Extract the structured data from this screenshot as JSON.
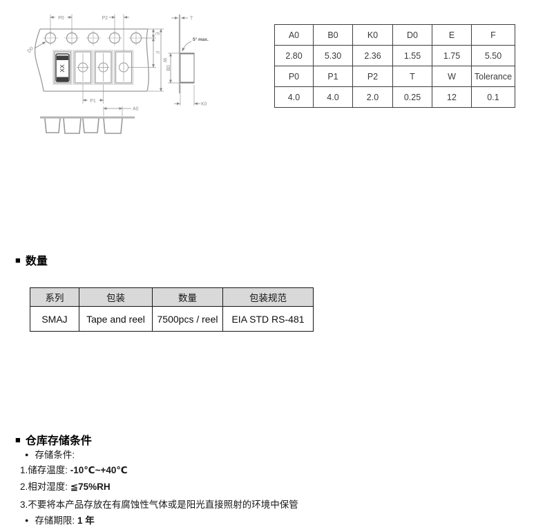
{
  "icons": {
    "section_marker": "■",
    "bullet": "●"
  },
  "drawing": {
    "labels": {
      "P0": "P0",
      "P2": "P2",
      "P1": "P1",
      "D0": "D0",
      "A0": "A0",
      "T": "T",
      "E": "E",
      "F": "F",
      "W": "W",
      "B0": "B0",
      "K0": "K0"
    },
    "angle_note": "5° max.",
    "component_marking": "XX"
  },
  "dimension_table": {
    "rows": [
      [
        "A0",
        "B0",
        "K0",
        "D0",
        "E",
        "F"
      ],
      [
        "2.80",
        "5.30",
        "2.36",
        "1.55",
        "1.75",
        "5.50"
      ],
      [
        "P0",
        "P1",
        "P2",
        "T",
        "W",
        "Tolerance"
      ],
      [
        "4.0",
        "4.0",
        "2.0",
        "0.25",
        "12",
        "0.1"
      ]
    ]
  },
  "quantity_section": {
    "heading": "数量",
    "table": {
      "headers": [
        "系列",
        "包装",
        "数量",
        "包装规范"
      ],
      "row": [
        "SMAJ",
        "Tape and reel",
        "7500pcs / reel",
        "EIA STD RS-481"
      ]
    }
  },
  "storage_section": {
    "heading": "仓库存储条件",
    "lines": [
      {
        "text": "存储条件:"
      },
      {
        "text": "1.储存温度: ",
        "value": "-10℃~+40℃"
      },
      {
        "text": "2.相对湿度: ",
        "value": "≦75%RH"
      },
      {
        "text": "3.不要将本产品存放在有腐蚀性气体或是阳光直接照射的环境中保管"
      },
      {
        "text": "存储期限: ",
        "value": "1 年"
      }
    ]
  },
  "colors": {
    "drawing_line": "#9a9a9a",
    "drawing_label": "#8a8a8a",
    "table_border": "#3c3c3c",
    "header_bg": "#d9d9d9",
    "text": "#1f1f1f"
  }
}
